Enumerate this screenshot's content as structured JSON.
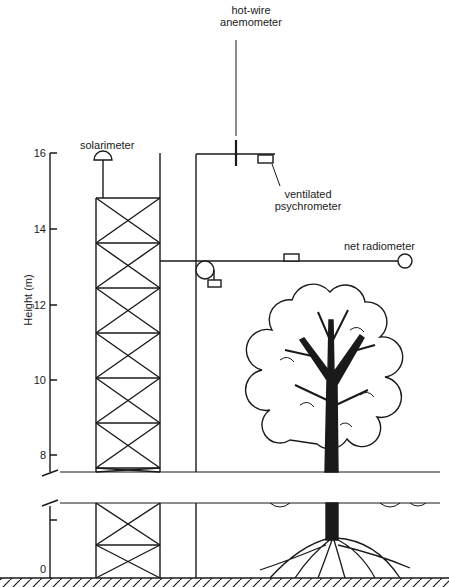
{
  "diagram": {
    "labels": [
      "hot-wire anemometer",
      "solarimeter",
      "ventilated psychrometer",
      "net radiometer",
      "16",
      "14",
      "12",
      "10",
      "8",
      "0",
      "Height (m)"
    ]
  }
}
